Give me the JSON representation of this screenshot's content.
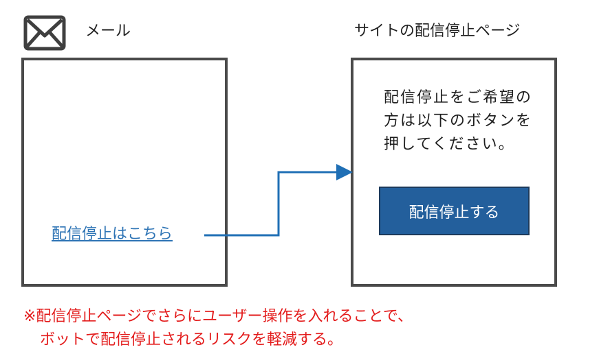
{
  "mail": {
    "title": "メール",
    "link_text": "配信停止はこちら"
  },
  "site": {
    "title": "サイトの配信停止ページ",
    "body_text": "配信停止をご希望の方は以下のボタンを押してください。",
    "button_label": "配信停止する"
  },
  "note": {
    "line1": "※配信停止ページでさらにユーザー操作を入れることで、",
    "line2": "ボットで配信停止されるリスクを軽減する。"
  },
  "colors": {
    "link": "#2e74b5",
    "arrow": "#1f6fb5",
    "button_bg": "#235f9c",
    "note": "#e31c1c",
    "frame": "#4a4a4a"
  },
  "icons": {
    "mail": "envelope-icon",
    "connector": "arrow-right-icon"
  }
}
